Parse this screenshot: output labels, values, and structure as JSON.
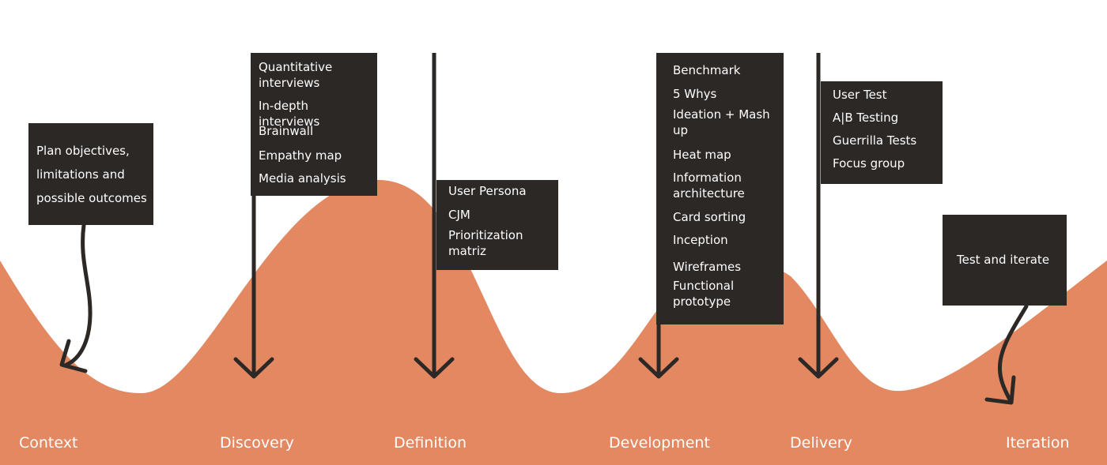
{
  "colors": {
    "wave": "#e38861",
    "box": "#2b2826",
    "arrow": "#2b2826",
    "text": "#ffffff",
    "background": "#ffffff"
  },
  "stages": [
    "Context",
    "Discovery",
    "Definition",
    "Development",
    "Delivery",
    "Iteration"
  ],
  "boxes": {
    "context": [
      "Plan objectives,",
      "limitations and",
      "possible outcomes"
    ],
    "discovery": [
      "Quantitative interviews",
      "In-depth interviews",
      "Brainwall",
      "Empathy map",
      "Media analysis"
    ],
    "definition": [
      "User Persona",
      "CJM",
      "Prioritization matriz"
    ],
    "development": [
      "Benchmark",
      "5 Whys",
      "Ideation + Mash up",
      "Heat map",
      "Information architecture",
      "Card sorting",
      "Inception",
      "Wireframes",
      "Functional prototype"
    ],
    "delivery": [
      "User Test",
      "A|B Testing",
      "Guerrilla Tests",
      "Focus group"
    ],
    "iteration": [
      "Test and iterate"
    ]
  }
}
